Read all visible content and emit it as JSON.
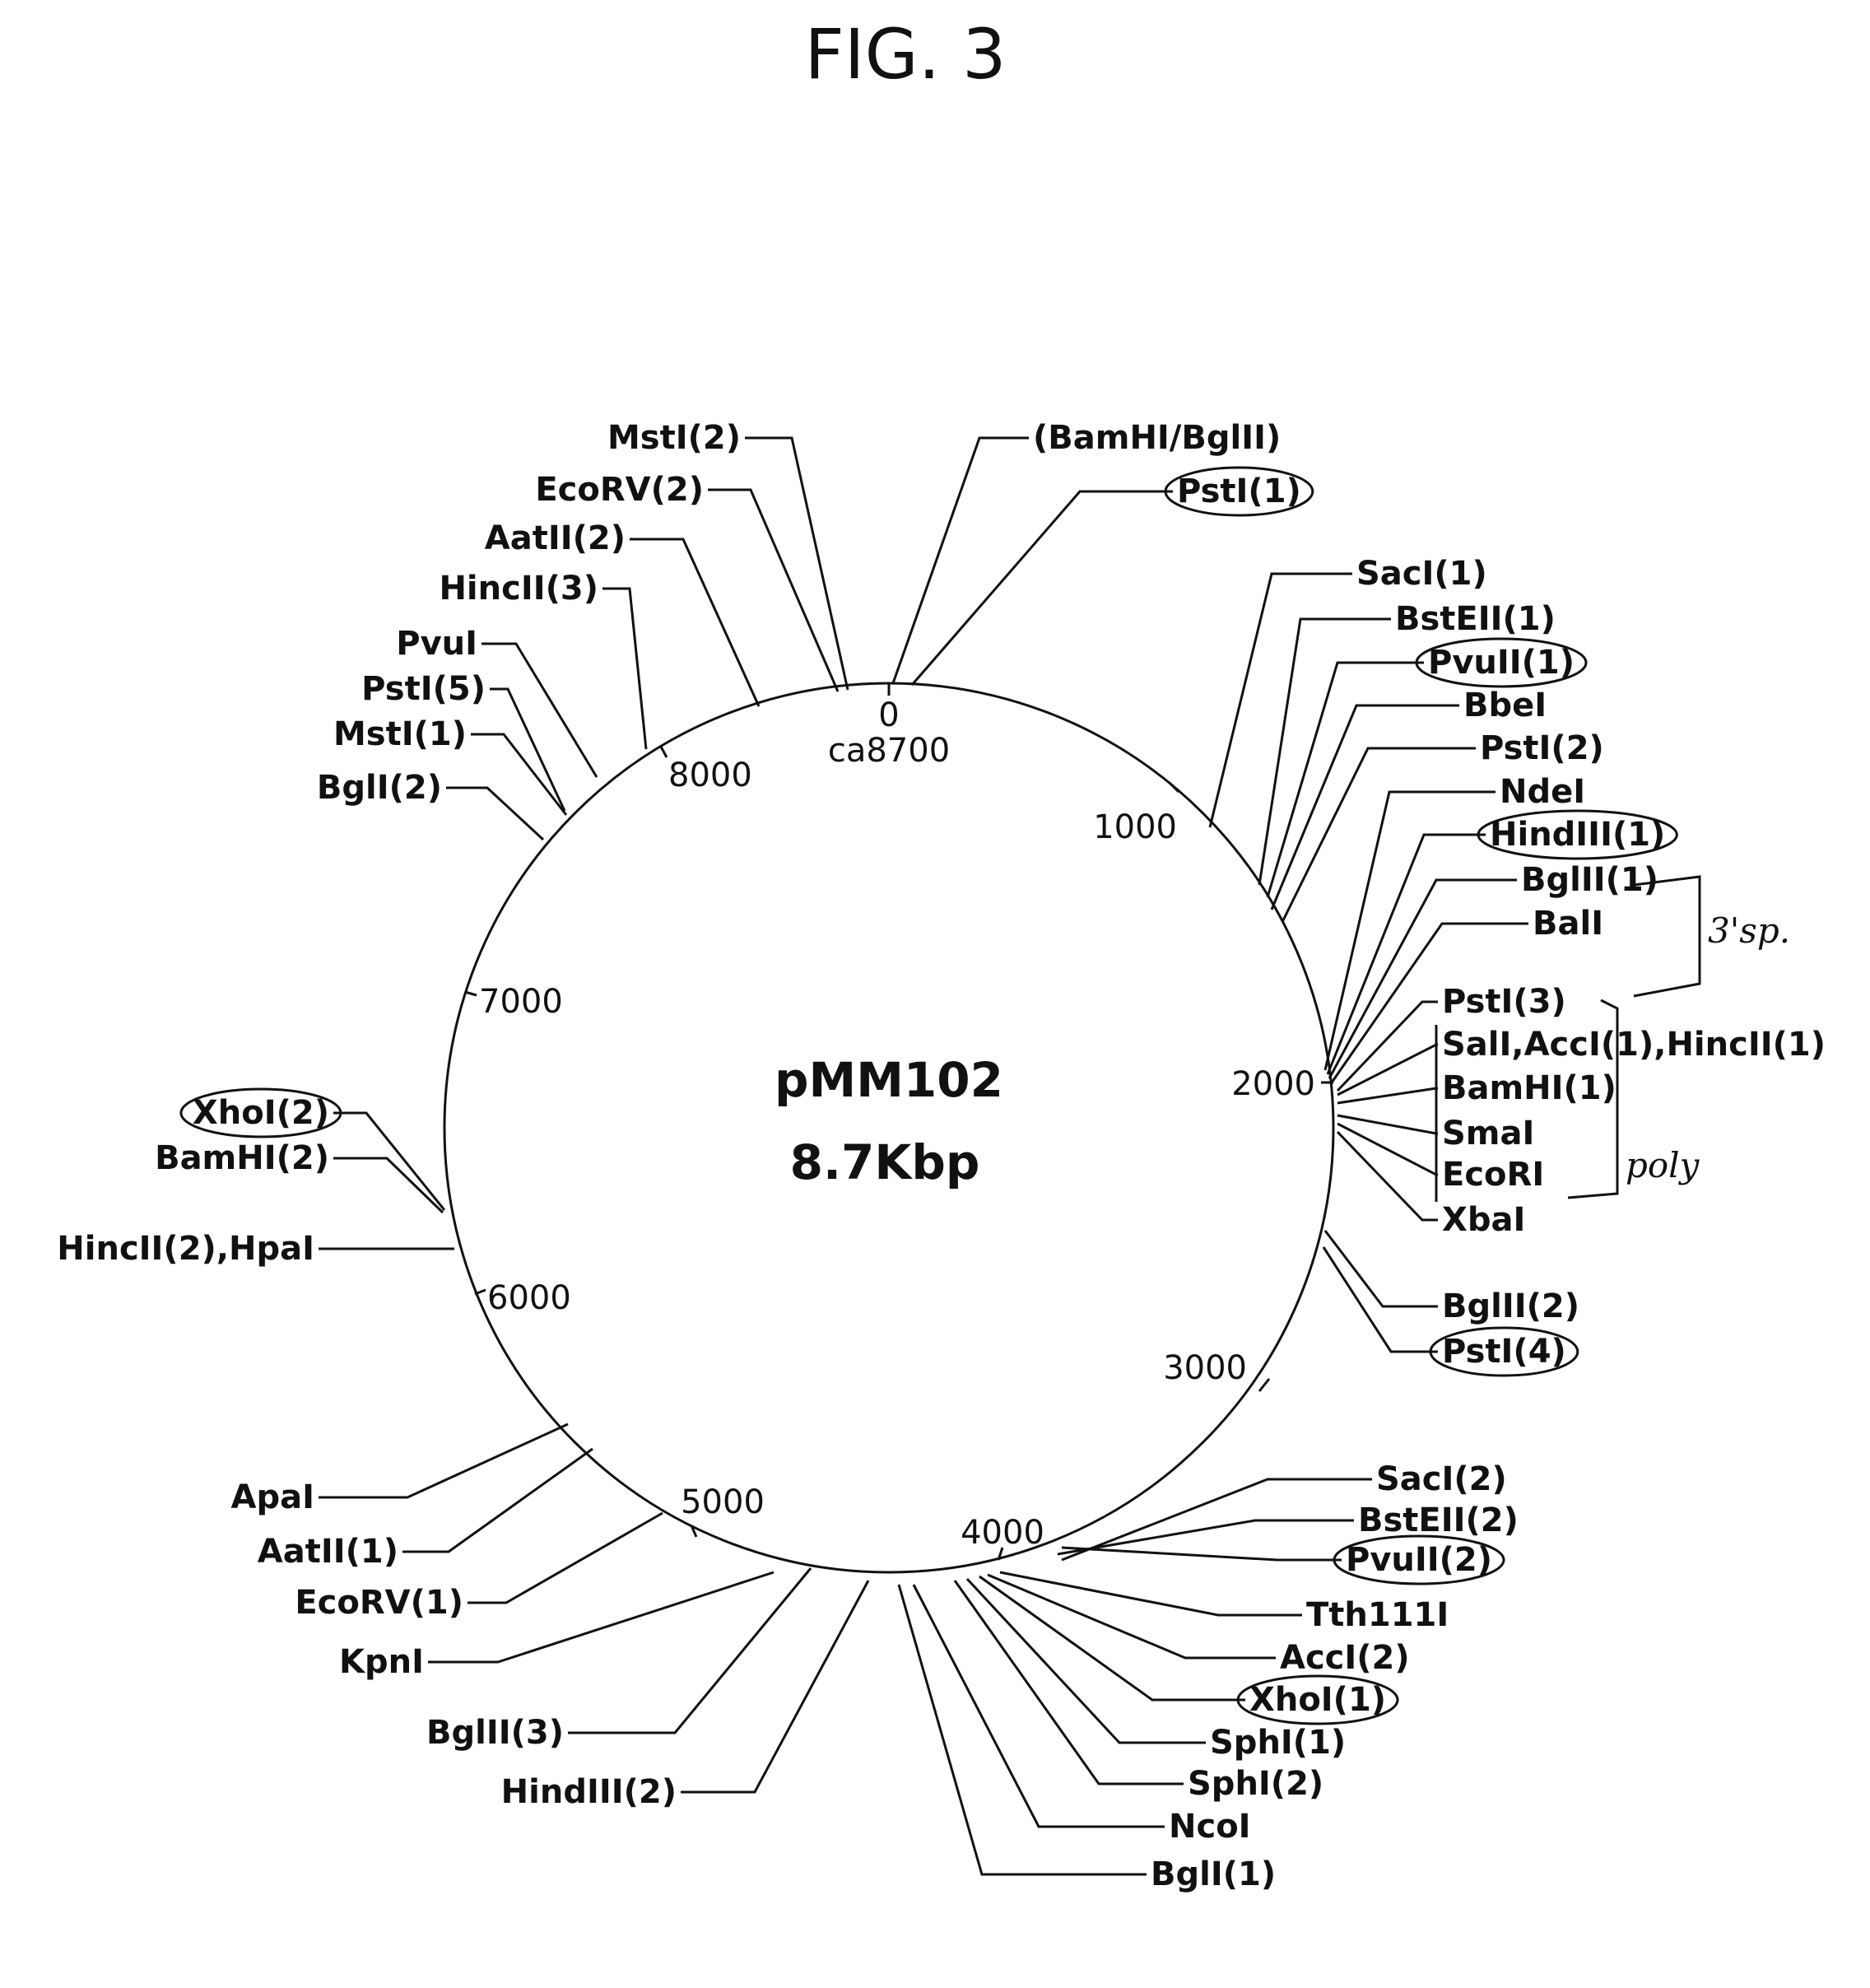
{
  "figure_title": "FIG. 3",
  "plasmid": {
    "name": "pMM102",
    "size": "8.7Kbp"
  },
  "ticks": [
    {
      "value": "0",
      "sub": "ca8700"
    },
    {
      "value": "1000"
    },
    {
      "value": "2000"
    },
    {
      "value": "3000"
    },
    {
      "value": "4000"
    },
    {
      "value": "5000"
    },
    {
      "value": "6000"
    },
    {
      "value": "7000"
    },
    {
      "value": "8000"
    }
  ],
  "sites": [
    {
      "label": "MstI(2)",
      "circled": false
    },
    {
      "label": "EcoRV(2)",
      "circled": false
    },
    {
      "label": "AatII(2)",
      "circled": false
    },
    {
      "label": "HincII(3)",
      "circled": false
    },
    {
      "label": "PvuI",
      "circled": false
    },
    {
      "label": "PstI(5)",
      "circled": false
    },
    {
      "label": "MstI(1)",
      "circled": false
    },
    {
      "label": "BglI(2)",
      "circled": false
    },
    {
      "label": "(BamHI/BglII)",
      "circled": false
    },
    {
      "label": "PstI(1)",
      "circled": true
    },
    {
      "label": "SacI(1)",
      "circled": false
    },
    {
      "label": "BstEII(1)",
      "circled": false
    },
    {
      "label": "PvuII(1)",
      "circled": true
    },
    {
      "label": "BbeI",
      "circled": false
    },
    {
      "label": "PstI(2)",
      "circled": false
    },
    {
      "label": "NdeI",
      "circled": false
    },
    {
      "label": "HindIII(1)",
      "circled": true
    },
    {
      "label": "BglII(1)",
      "circled": false
    },
    {
      "label": "BalI",
      "circled": false
    },
    {
      "label": "PstI(3)",
      "circled": false
    },
    {
      "label": "SalI,AccI(1),HincII(1)",
      "circled": false
    },
    {
      "label": "BamHI(1)",
      "circled": false
    },
    {
      "label": "SmaI",
      "circled": false
    },
    {
      "label": "EcoRI",
      "circled": false
    },
    {
      "label": "XbaI",
      "circled": false
    },
    {
      "label": "BglII(2)",
      "circled": false
    },
    {
      "label": "PstI(4)",
      "circled": true
    },
    {
      "label": "XhoI(2)",
      "circled": true
    },
    {
      "label": "BamHI(2)",
      "circled": false
    },
    {
      "label": "HincII(2),HpaI",
      "circled": false
    },
    {
      "label": "ApaI",
      "circled": false
    },
    {
      "label": "AatII(1)",
      "circled": false
    },
    {
      "label": "EcoRV(1)",
      "circled": false
    },
    {
      "label": "KpnI",
      "circled": false
    },
    {
      "label": "BglII(3)",
      "circled": false
    },
    {
      "label": "HindIII(2)",
      "circled": false
    },
    {
      "label": "SacI(2)",
      "circled": false
    },
    {
      "label": "BstEII(2)",
      "circled": false
    },
    {
      "label": "PvuII(2)",
      "circled": true
    },
    {
      "label": "Tth111I",
      "circled": false
    },
    {
      "label": "AccI(2)",
      "circled": false
    },
    {
      "label": "XhoI(1)",
      "circled": true
    },
    {
      "label": "SphI(1)",
      "circled": false
    },
    {
      "label": "SphI(2)",
      "circled": false
    },
    {
      "label": "NcoI",
      "circled": false
    },
    {
      "label": "BglI(1)",
      "circled": false
    }
  ],
  "annotations": {
    "bracket_upper": "3'sp.",
    "bracket_lower": "poly"
  }
}
